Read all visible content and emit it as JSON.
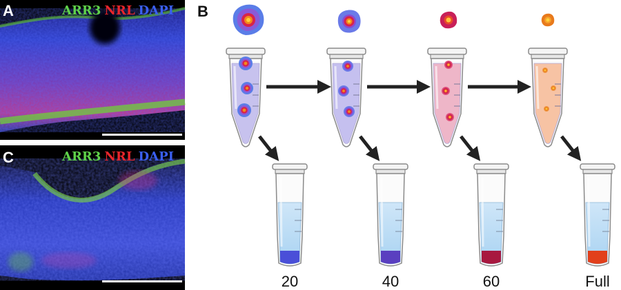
{
  "panel_a": {
    "letter": "A",
    "stains": [
      {
        "text": "ARR3",
        "color": "#5fd24a"
      },
      {
        "text": "NRL",
        "color": "#e8252b"
      },
      {
        "text": "DAPI",
        "color": "#3a5ff0"
      }
    ]
  },
  "panel_c": {
    "letter": "C",
    "stains": [
      {
        "text": "ARR3",
        "color": "#5fd24a"
      },
      {
        "text": "NRL",
        "color": "#e8252b"
      },
      {
        "text": "DAPI",
        "color": "#3a5ff0"
      }
    ]
  },
  "panel_b": {
    "letter": "B",
    "stages": [
      {
        "tube_fill": "#c7c2ee",
        "pellet_color": "#4a4fd8"
      },
      {
        "tube_fill": "#c5c0ef",
        "pellet_color": "#5a3fc0"
      },
      {
        "tube_fill": "#eeb6c8",
        "pellet_color": "#a8183f"
      },
      {
        "tube_fill": "#f7c3a4",
        "pellet_color": "#e2401b"
      }
    ],
    "fractions": [
      {
        "label": "20"
      },
      {
        "label": "40"
      },
      {
        "label": "60"
      },
      {
        "label": "Full"
      }
    ]
  }
}
